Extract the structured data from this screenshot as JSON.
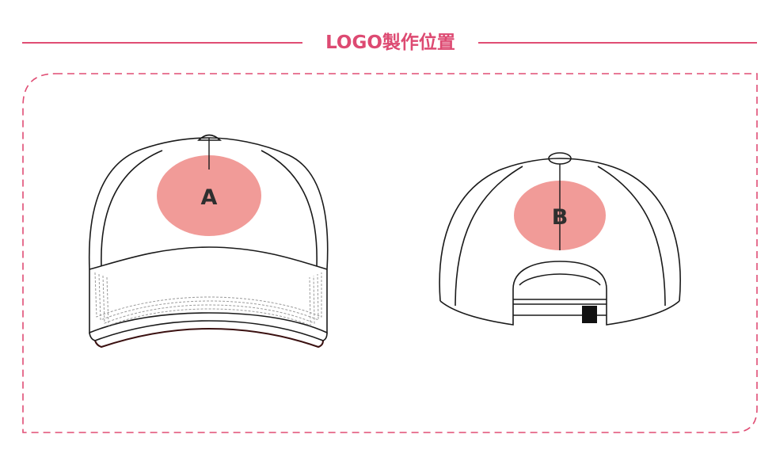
{
  "title": "LOGO製作位置",
  "front_cap": {
    "position_label": "A"
  },
  "back_cap": {
    "position_label": "B"
  },
  "colors": {
    "accent": "#e04d74",
    "logo_area": "#f19b98",
    "outline": "#1a1a1a"
  }
}
